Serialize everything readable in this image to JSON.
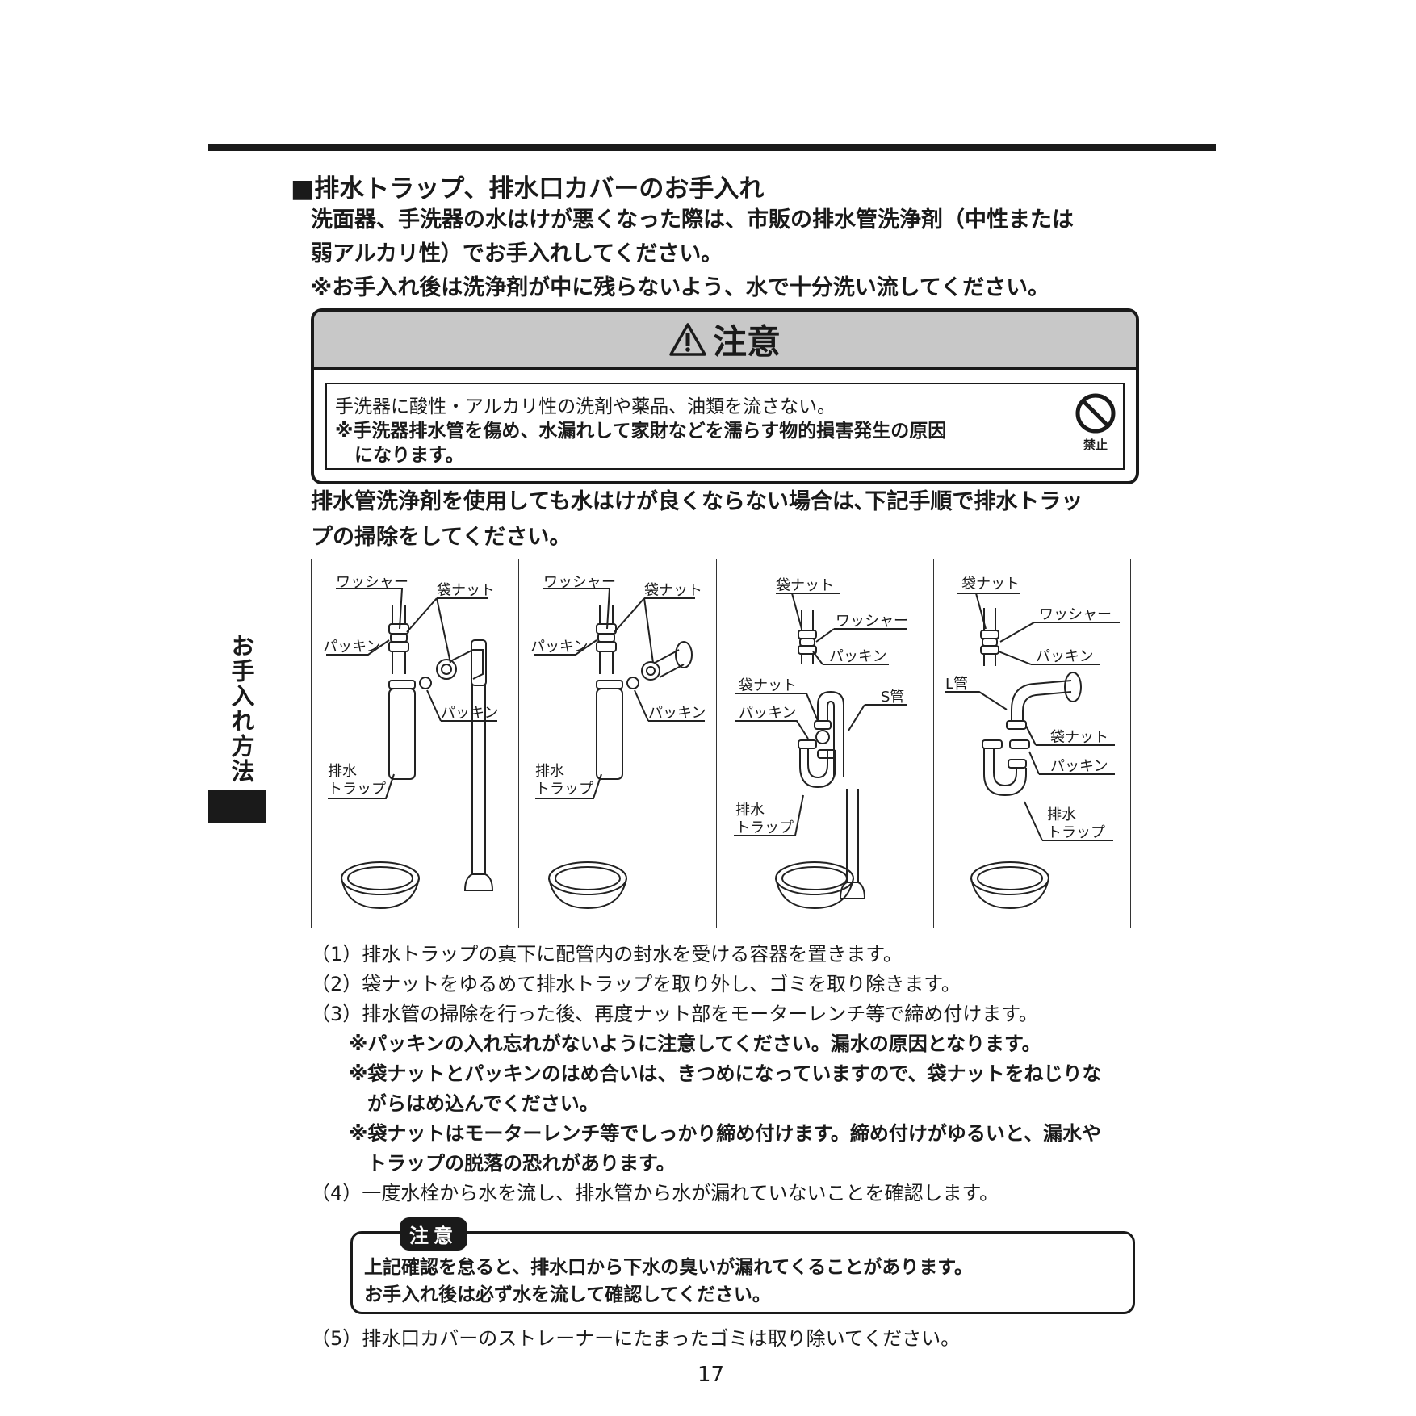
{
  "section": {
    "title": "■排水トラップ、排水口カバーのお手入れ"
  },
  "intro": {
    "line1": "洗面器、手洗器の水はけが悪くなった際は、市販の排水管洗浄剤（中性または",
    "line2": "弱アルカリ性）でお手入れしてください。",
    "line3": "※お手入れ後は洗浄剤が中に残らないよう、水で十分洗い流してください。"
  },
  "caution": {
    "title": "注意",
    "line1": "手洗器に酸性・アルカリ性の洗剤や薬品、油類を流さない。",
    "line2": "※手洗器排水管を傷め、水漏れして家財などを濡らす物的損害発生の原因",
    "line3": "になります。",
    "icon_label": "禁止"
  },
  "para2": {
    "line1": "排水管洗浄剤を使用しても水はけが良くならない場合は､下記手順で排水トラッ",
    "line2": "プの掃除をしてください。"
  },
  "figures": {
    "p1": {
      "washer": "ワッシャー",
      "nut": "袋ナット",
      "packing_left": "パッキン",
      "packing_right": "パッキン",
      "trap1": "排水",
      "trap2": "トラップ"
    },
    "p2": {
      "washer": "ワッシャー",
      "nut": "袋ナット",
      "packing_left": "パッキン",
      "packing_right": "パッキン",
      "trap1": "排水",
      "trap2": "トラップ"
    },
    "p3": {
      "nut_top": "袋ナット",
      "washer": "ワッシャー",
      "packing_top": "パッキン",
      "nut_mid": "袋ナット",
      "s_pipe": "S管",
      "packing_mid": "パッキン",
      "trap1": "排水",
      "trap2": "トラップ"
    },
    "p4": {
      "nut_top": "袋ナット",
      "washer": "ワッシャー",
      "packing_top": "パッキン",
      "l_pipe": "L管",
      "nut_mid": "袋ナット",
      "packing_mid": "パッキン",
      "trap1": "排水",
      "trap2": "トラップ"
    }
  },
  "steps": {
    "s1": "（1）排水トラップの真下に配管内の封水を受ける容器を置きます。",
    "s2": "（2）袋ナットをゆるめて排水トラップを取り外し、ゴミを取り除きます。",
    "s3": "（3）排水管の掃除を行った後、再度ナット部をモーターレンチ等で締め付けます。",
    "n1": "※パッキンの入れ忘れがないように注意してください。漏水の原因となります。",
    "n2a": "※袋ナットとパッキンのはめ合いは、きつめになっていますので、袋ナットをねじりな",
    "n2b": "がらはめ込んでください。",
    "n3a": "※袋ナットはモーターレンチ等でしっかり締め付けます。締め付けがゆるいと、漏水や",
    "n3b": "トラップの脱落の恐れがあります。",
    "s4": "（4）一度水栓から水を流し、排水管から水が漏れていないことを確認します。",
    "s5": "（5）排水口カバーのストレーナーにたまったゴミは取り除いてください。"
  },
  "caution2": {
    "tag": "注意",
    "line1": "上記確認を怠ると、排水口から下水の臭いが漏れてくることがあります。",
    "line2": "お手入れ後は必ず水を流して確認してください。"
  },
  "side_tab": {
    "label": "お手入れ方法"
  },
  "page": {
    "number": "17"
  }
}
